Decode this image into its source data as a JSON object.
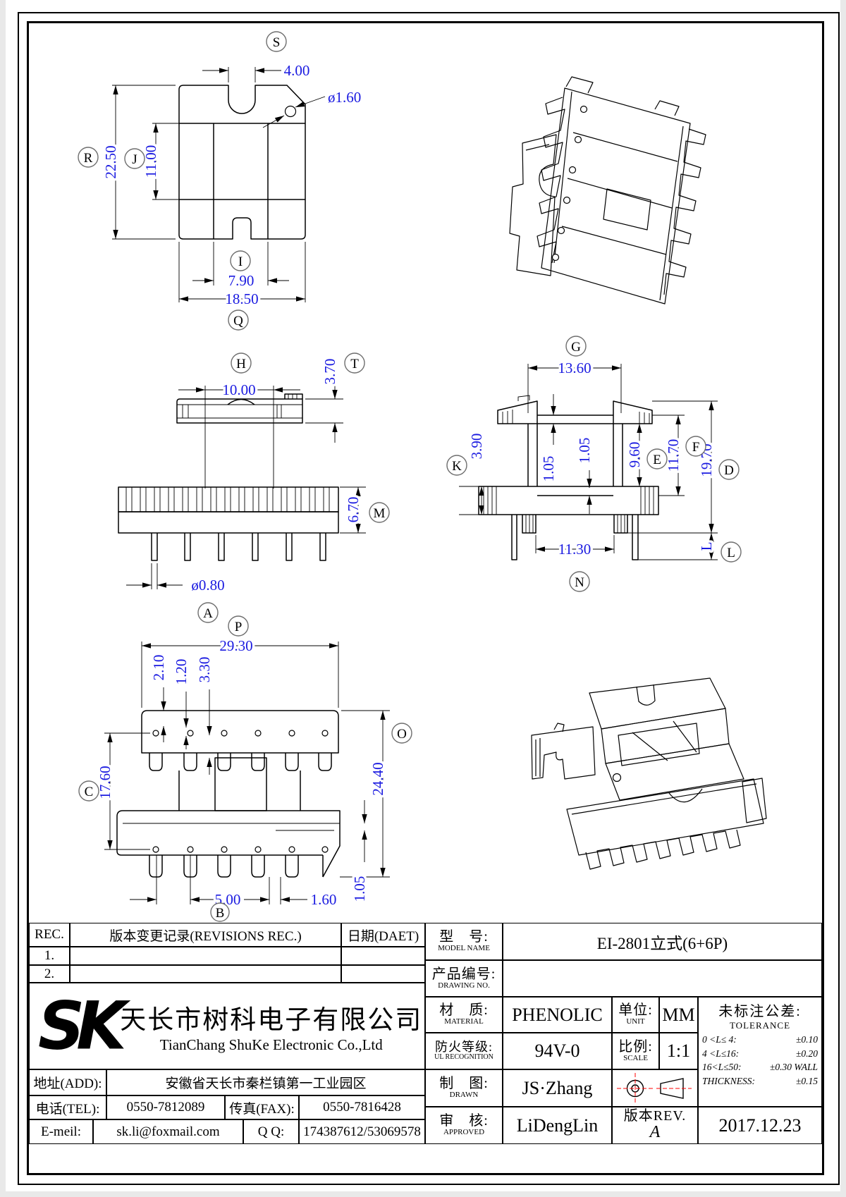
{
  "page": {
    "dim_color": "#1a1ae0",
    "line_color": "#000000",
    "balloon_ring_color": "#6e6e6e",
    "projection_accent": "#ff0000"
  },
  "balloons": {
    "A": "A",
    "B": "B",
    "C": "C",
    "D": "D",
    "E": "E",
    "F": "F",
    "G": "G",
    "H": "H",
    "I": "I",
    "J": "J",
    "K": "K",
    "L": "L",
    "M": "M",
    "N": "N",
    "O": "O",
    "P": "P",
    "Q": "Q",
    "R": "R",
    "S": "S",
    "T": "T"
  },
  "dims": {
    "S": "4.00",
    "hole": "ø1.60",
    "R": "22.50",
    "J": "11.00",
    "I": "7.90",
    "Q": "18.50",
    "H": "10.00",
    "T": "3.70",
    "M": "6.70",
    "A": "ø0.80",
    "G": "13.60",
    "K": "3.90",
    "mr_win_a": "1.05",
    "mr_win_b": "1.05",
    "E": "9.60",
    "F": "11.70",
    "D": "19.70",
    "L": "L",
    "N": "11.30",
    "P": "29.30",
    "slot_a": "2.10",
    "slot_b": "1.20",
    "slot_c": "3.30",
    "C": "17.60",
    "O": "24.40",
    "B": "5.00",
    "tooth": "1.60",
    "wall": "1.05"
  },
  "title_block": {
    "rec_table": {
      "col_rec": "REC.",
      "col_desc": "版本变更记录(REVISIONS REC.)",
      "col_date": "日期(DAET)",
      "row1": "1.",
      "row2": "2.",
      "row1_desc": "",
      "row1_date": "",
      "row2_desc": "",
      "row2_date": ""
    },
    "company": {
      "logo": "SK",
      "name_cn": "天长市树科电子有限公司",
      "name_en": "TianChang ShuKe Electronic Co.,Ltd",
      "addr_label": "地址(ADD):",
      "addr": "安徽省天长市秦栏镇第一工业园区",
      "tel_label": "电话(TEL):",
      "tel": "0550-7812089",
      "fax_label": "传真(FAX):",
      "fax": "0550-7816428",
      "email_label": "E-meil:",
      "email": "sk.li@foxmail.com",
      "qq_label": "Q Q:",
      "qq": "174387612/53069578"
    },
    "spec": {
      "model_label_cn": "型　号:",
      "model_label_en": "MODEL NAME",
      "model": "EI-2801立式(6+6P)",
      "drawing_label_cn": "产品编号:",
      "drawing_label_en": "DRAWING NO.",
      "drawing_no": "",
      "material_label_cn": "材　质:",
      "material_label_en": "MATERIAL",
      "material": "PHENOLIC",
      "unit_label_cn": "单位:",
      "unit_label_en": "UNIT",
      "unit": "MM",
      "fire_label_cn": "防火等级:",
      "fire_label_en": "UL RECOGNITION",
      "fire": "94V-0",
      "scale_label_cn": "比例:",
      "scale_label_en": "SCALE",
      "scale": "1:1",
      "drawn_label_cn": "制　图:",
      "drawn_label_en": "DRAWN",
      "drawn": "JS·Zhang",
      "approved_label_cn": "审　核:",
      "approved_label_en": "APPROVED",
      "approved": "LiDengLin",
      "rev_label": "版本REV.",
      "rev": "A",
      "date": "2017.12.23",
      "tol_title_cn": "未标注公差:",
      "tol_title_en": "TOLERANCE",
      "tol_lines": [
        {
          "range": "0 <L≤ 4:",
          "val": "±0.10"
        },
        {
          "range": "4 <L≤16:",
          "val": "±0.20"
        },
        {
          "range": "16<L≤50:",
          "val": "±0.30 WALL"
        },
        {
          "range": "THICKNESS:",
          "val": "±0.15"
        }
      ]
    }
  }
}
